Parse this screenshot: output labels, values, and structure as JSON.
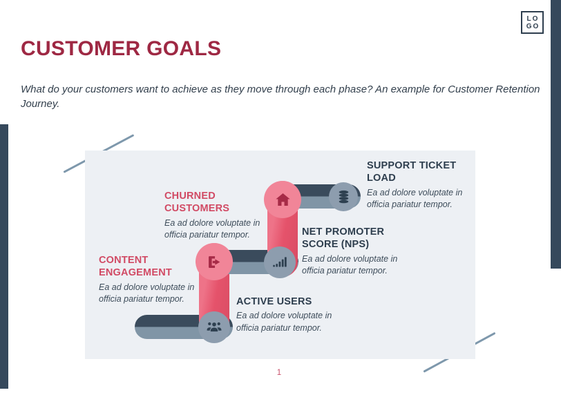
{
  "page": {
    "title": "CUSTOMER GOALS",
    "subtitle": "What do your customers want to achieve as they move through each phase? An example for Customer Retention\nJourney.",
    "page_number": "1"
  },
  "logo": {
    "line1": "LO",
    "line2": "GO"
  },
  "diagram": {
    "type": "staircase-journey",
    "labels": [
      {
        "id": "churned-customers",
        "title": "CHURNED\nCUSTOMERS",
        "description": "Ea ad dolore voluptate in\nofficia pariatur tempor.",
        "title_color": "pink",
        "icon": "home-icon"
      },
      {
        "id": "content-engagement",
        "title": "CONTENT\nENGAGEMENT",
        "description": "Ea ad dolore voluptate in\nofficia pariatur tempor.",
        "title_color": "pink",
        "icon": "logout-arrow-icon"
      },
      {
        "id": "active-users",
        "title": "ACTIVE USERS",
        "description": "Ea ad dolore voluptate in\nofficia pariatur tempor.",
        "title_color": "dark",
        "icon": "people-icon"
      },
      {
        "id": "net-promoter-score",
        "title": "NET PROMOTER\nSCORE (NPS)",
        "description": "Ea ad dolore voluptate in\nofficia pariatur tempor.",
        "title_color": "dark",
        "icon": "bar-chart-icon"
      },
      {
        "id": "support-ticket-load",
        "title": "SUPPORT TICKET\nLOAD",
        "description": "Ea ad dolore voluptate in\nofficia pariatur tempor.",
        "title_color": "dark",
        "icon": "database-icon"
      }
    ]
  },
  "colors": {
    "title": "#9e2843",
    "label_pink": "#d14a64",
    "label_dark": "#2e3e4e",
    "body_text": "#3e4d5b",
    "navy": "#36495c",
    "slate": "#8095a6",
    "circle_slate": "#8d9dae",
    "pink": "#e5536b",
    "light_pink_cap": "#f18598",
    "icon_dark_red": "#a62b47",
    "icon_navy": "#2e4050",
    "panel_bg": "#edf0f4",
    "accent_line": "#7e98ac"
  }
}
